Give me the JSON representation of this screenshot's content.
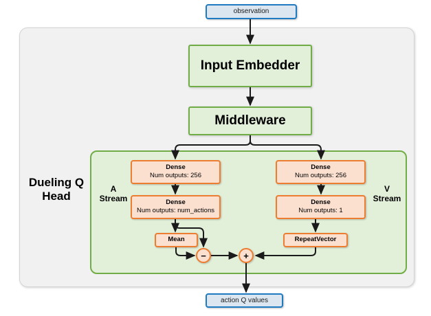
{
  "diagram": {
    "title": "Dueling Q Head network architecture",
    "colors": {
      "io_fill": "#dce6f1",
      "io_border": "#1f7bc1",
      "green_fill": "#e2efd9",
      "green_border": "#70ad47",
      "orange_fill": "#fbe0d0",
      "orange_border": "#ed7d31",
      "container_fill": "#f1f1f1",
      "container_border": "#d4d4d4",
      "wire": "#1a1a1a"
    },
    "io": {
      "input_label": "observation",
      "output_label": "action Q values"
    },
    "blocks": {
      "input_embedder": "Input Embedder",
      "middleware": "Middleware"
    },
    "labels": {
      "head_line1": "Dueling Q",
      "head_line2": "Head",
      "a_stream_line1": "A",
      "a_stream_line2": "Stream",
      "v_stream_line1": "V",
      "v_stream_line2": "Stream"
    },
    "a_stream": {
      "dense1_title": "Dense",
      "dense1_sub": "Num outputs: 256",
      "dense2_title": "Dense",
      "dense2_sub": "Num outputs: num_actions",
      "mean": "Mean"
    },
    "v_stream": {
      "dense1_title": "Dense",
      "dense1_sub": "Num outputs: 256",
      "dense2_title": "Dense",
      "dense2_sub": "Num outputs: 1",
      "repeat_vector": "RepeatVector"
    },
    "operators": {
      "subtract": "−",
      "add": "+"
    }
  }
}
